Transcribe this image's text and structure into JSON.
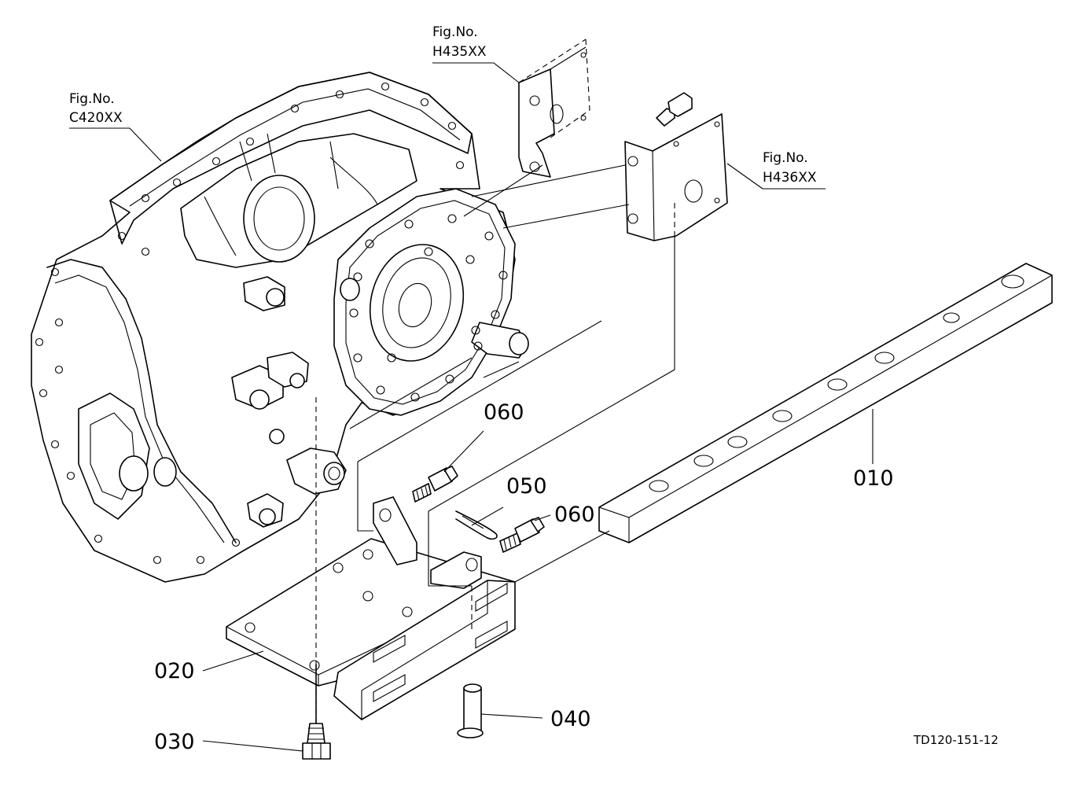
{
  "figure_refs": [
    {
      "prefix": "Fig.No.",
      "number": "C420XX"
    },
    {
      "prefix": "Fig.No.",
      "number": "H435XX"
    },
    {
      "prefix": "Fig.No.",
      "number": "H436XX"
    }
  ],
  "callouts": {
    "p010": "010",
    "p020": "020",
    "p030": "030",
    "p040": "040",
    "p050": "050",
    "p060a": "060",
    "p060b": "060"
  },
  "drawing_id": "TD120-151-12"
}
